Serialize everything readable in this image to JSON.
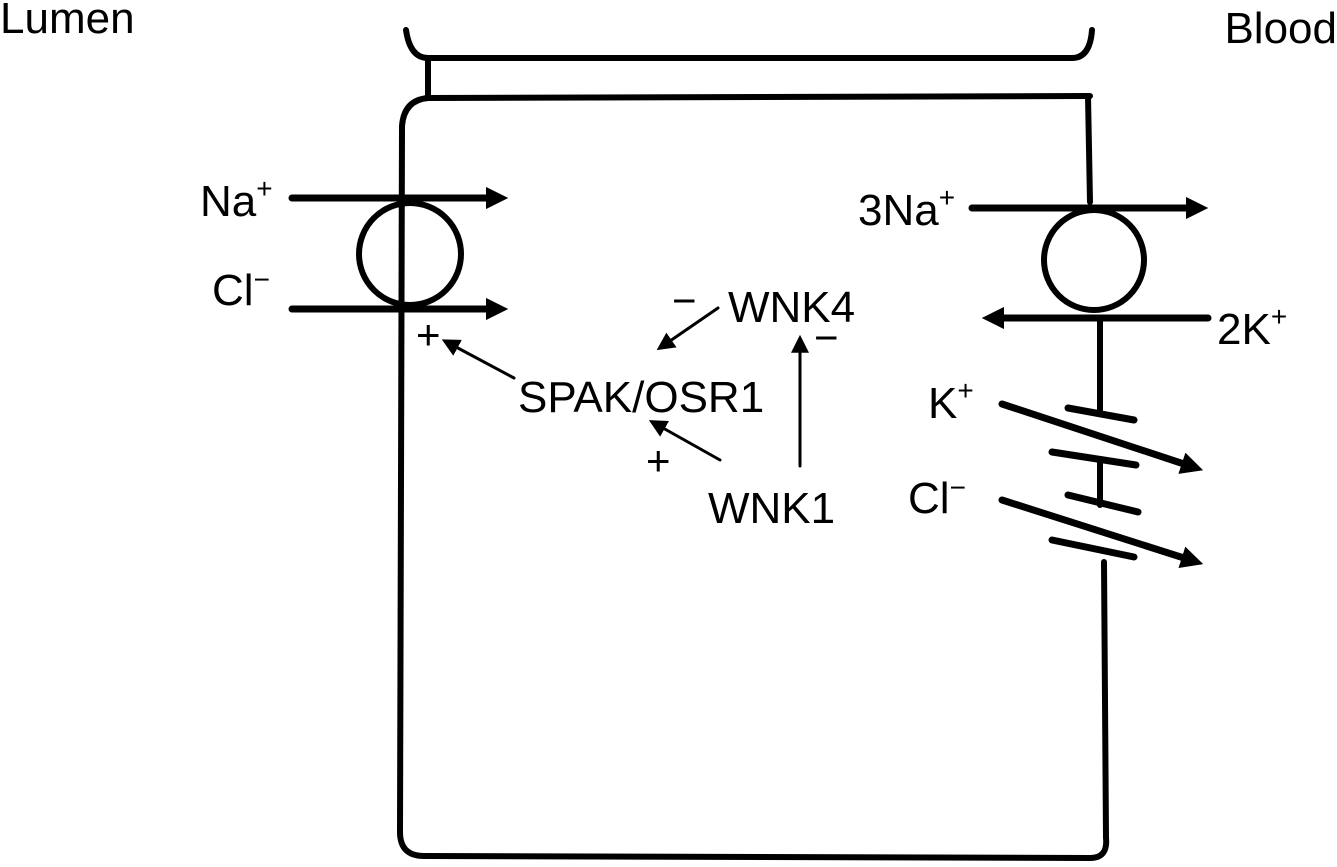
{
  "regions": {
    "lumen": "Lumen",
    "blood": "Blood"
  },
  "apical": {
    "na": {
      "base": "Na",
      "sup": "+"
    },
    "cl": {
      "base": "Cl",
      "sup": "−"
    }
  },
  "basolateral": {
    "na3": {
      "base": "3Na",
      "sup": "+"
    },
    "k2": {
      "base": "2K",
      "sup": "+"
    },
    "k": {
      "base": "K",
      "sup": "+"
    },
    "cl": {
      "base": "Cl",
      "sup": "−"
    }
  },
  "kinases": {
    "wnk4": "WNK4",
    "spak": "SPAK/OSR1",
    "wnk1": "WNK1"
  },
  "signs": {
    "plus": "+",
    "minus": "−"
  },
  "colors": {
    "ink": "#000000",
    "background": "#ffffff"
  }
}
